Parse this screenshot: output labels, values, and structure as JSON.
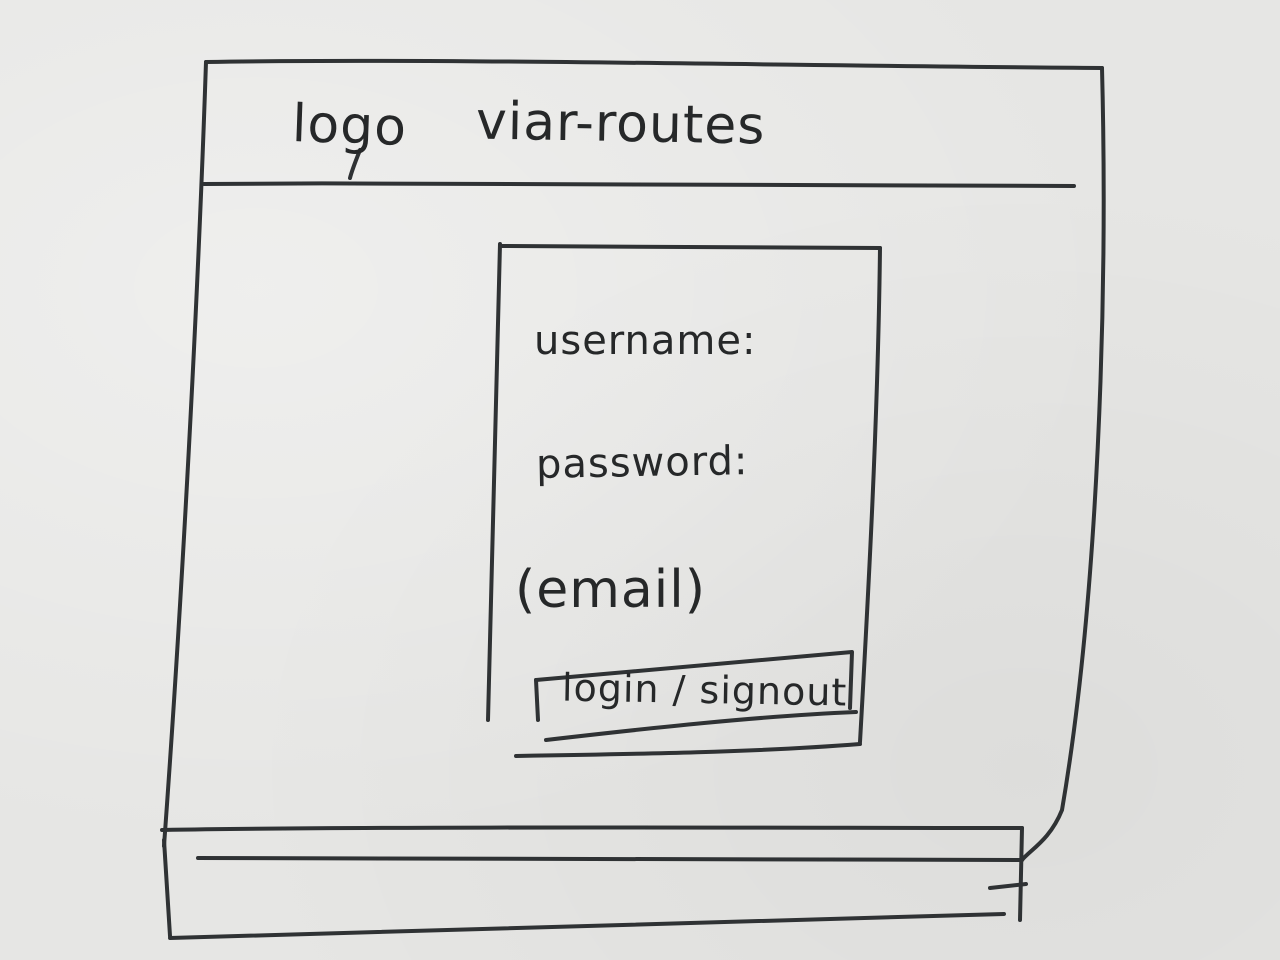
{
  "header": {
    "logo": "logo",
    "title": "viar-routes"
  },
  "login_form": {
    "username_label": "username:",
    "password_label": "password:",
    "email_label": "(email)",
    "submit_label": "login / signout"
  }
}
